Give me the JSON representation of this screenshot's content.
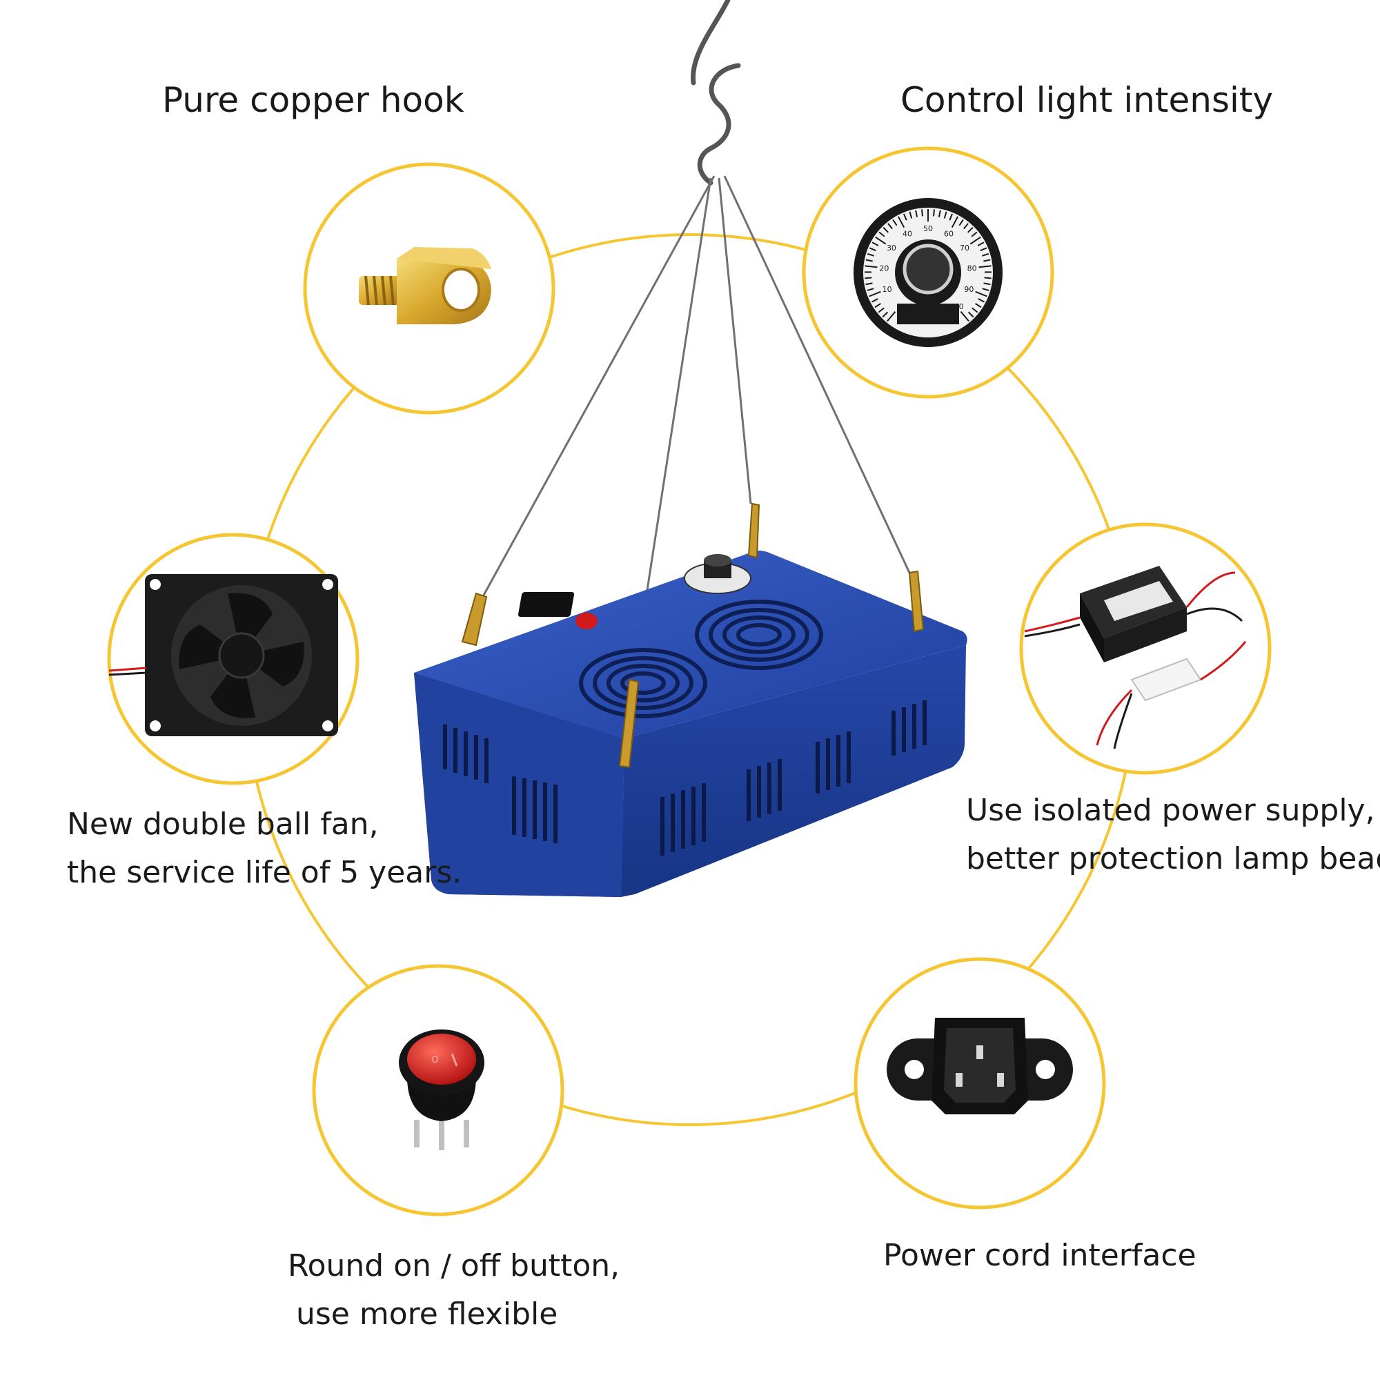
{
  "colors": {
    "ring": "#f6c632",
    "circle_fill": "#ffffff",
    "lamp_blue": "#1f3f9e",
    "lamp_blue_dark": "#142d78",
    "lamp_blue_top": "#2a4fb5",
    "brass": "#d9a92e",
    "switch_red": "#d21a1a",
    "wire": "#7a7a7a"
  },
  "features": {
    "hook": {
      "title": "Pure copper hook"
    },
    "intensity": {
      "title": "Control light intensity"
    },
    "fan": {
      "line1": "New double ball fan,",
      "line2": "the service life of 5 years."
    },
    "power_supply": {
      "line1": "Use isolated power supply,",
      "line2": "better protection lamp beads."
    },
    "switch": {
      "line1": "Round on / off button,",
      "line2": "use more flexible"
    },
    "power_cord": {
      "title": "Power cord interface"
    }
  },
  "dial": {
    "labels": [
      "0",
      "10",
      "20",
      "30",
      "40",
      "50",
      "60",
      "70",
      "80",
      "90",
      "100"
    ]
  }
}
